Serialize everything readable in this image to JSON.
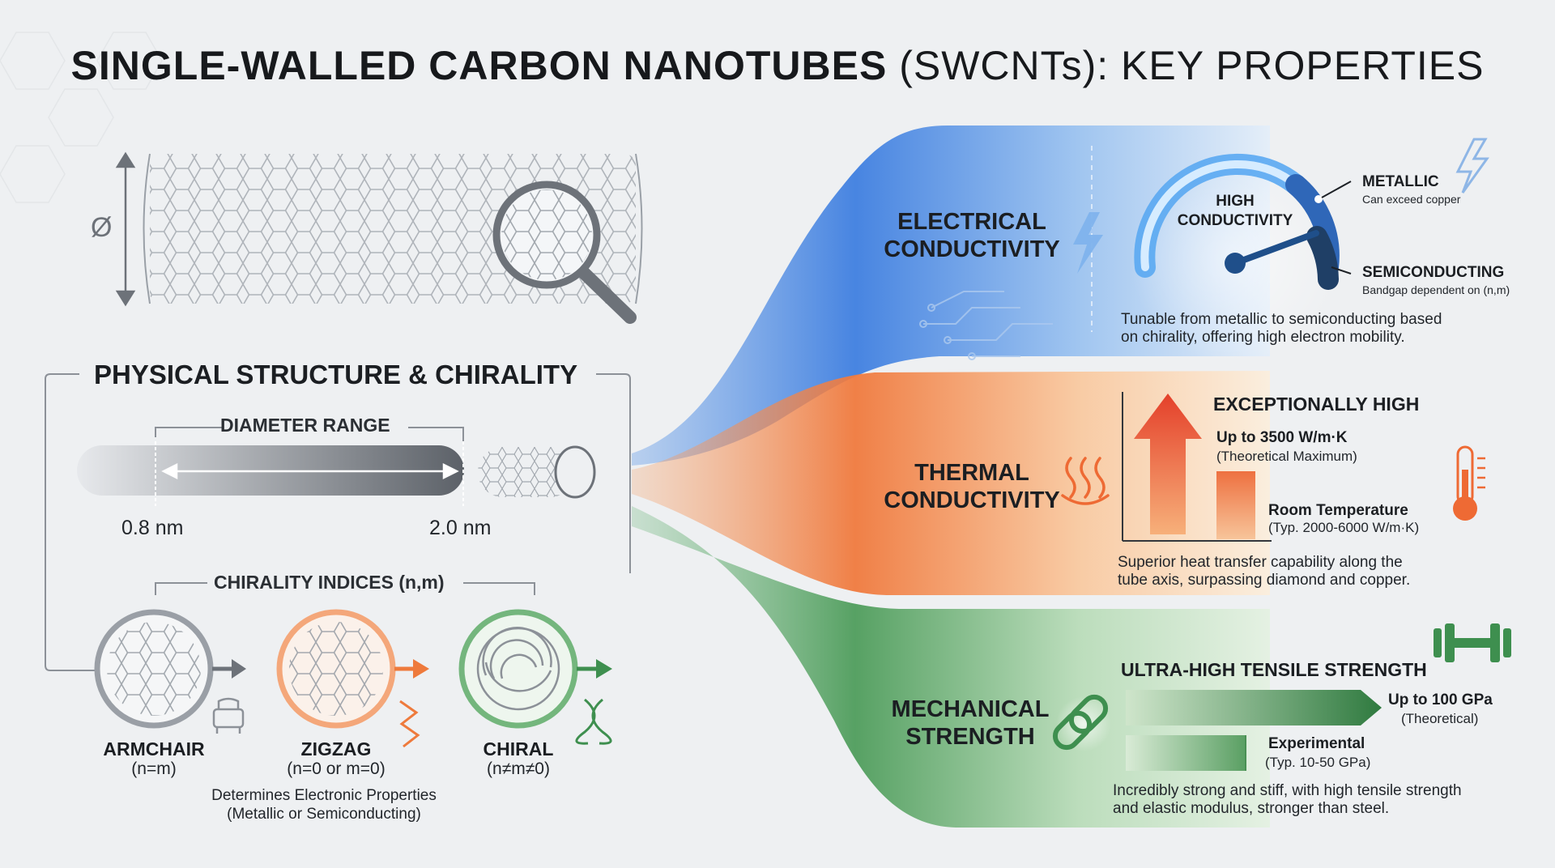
{
  "title": {
    "bold": "SINGLE-WALLED CARBON NANOTUBES",
    "light": " (SWCNTs): KEY PROPERTIES"
  },
  "tube": {
    "diameter_symbol": "Ø"
  },
  "structure": {
    "heading": "PHYSICAL STRUCTURE & CHIRALITY",
    "diameter_label": "DIAMETER RANGE",
    "diameter_min": "0.8 nm",
    "diameter_max": "2.0 nm",
    "chirality_label": "CHIRALITY INDICES (n,m)",
    "types": [
      {
        "name": "ARMCHAIR",
        "rule": "(n=m)",
        "color": "#8a8f96"
      },
      {
        "name": "ZIGZAG",
        "rule": "(n=0 or m=0)",
        "color": "#ee7a3c"
      },
      {
        "name": "CHIRAL",
        "rule": "(n≠m≠0)",
        "color": "#3f9a55"
      }
    ],
    "note_line1": "Determines Electronic Properties",
    "note_line2": "(Metallic or Semiconducting)"
  },
  "electrical": {
    "title_line1": "ELECTRICAL",
    "title_line2": "CONDUCTIVITY",
    "gauge_line1": "HIGH",
    "gauge_line2": "CONDUCTIVITY",
    "metallic": "METALLIC",
    "metallic_sub": "Can exceed copper",
    "semiconducting": "SEMICONDUCTING",
    "semiconducting_sub": "Bandgap dependent on (n,m)",
    "desc_line1": "Tunable from metallic to semiconducting based",
    "desc_line2": "on chirality, offering high electron mobility.",
    "color": "#3a7de0"
  },
  "thermal": {
    "title_line1": "THERMAL",
    "title_line2": "CONDUCTIVITY",
    "headline": "EXCEPTIONALLY HIGH",
    "max_value": "Up to 3500 W/m·K",
    "max_note": "(Theoretical Maximum)",
    "room_label": "Room Temperature",
    "room_note": "(Typ. 2000-6000 W/m·K)",
    "desc_line1": "Superior heat transfer capability along the",
    "desc_line2": "tube axis, surpassing diamond and copper.",
    "color": "#ee6a34"
  },
  "mechanical": {
    "title_line1": "MECHANICAL",
    "title_line2": "STRENGTH",
    "headline": "ULTRA-HIGH TENSILE STRENGTH",
    "theoretical_value": "Up to 100 GPa",
    "theoretical_note": "(Theoretical)",
    "experimental_label": "Experimental",
    "experimental_note": "(Typ. 10-50 GPa)",
    "desc_line1": "Incredibly strong and stiff, with high tensile strength",
    "desc_line2": "and elastic modulus, stronger than steel.",
    "color": "#3e8f4f"
  }
}
